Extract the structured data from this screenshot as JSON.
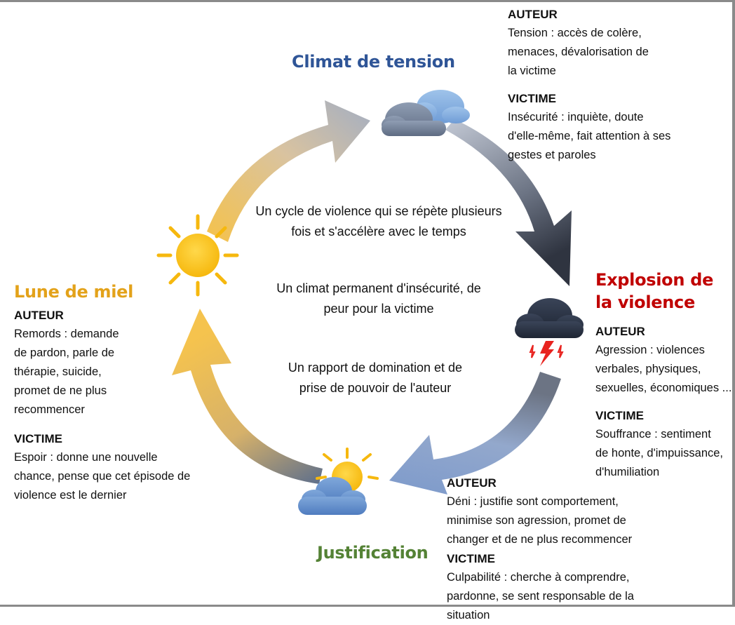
{
  "center": {
    "cycle": "Un cycle de violence qui se répète plusieurs fois et s'accélère avec le temps",
    "climate": "Un climat permanent d'insécurité, de peur pour la victime",
    "domination": "Un rapport de domination et de prise de pouvoir de l'auteur"
  },
  "phases": {
    "tension": {
      "title": "Climat de tension",
      "color": "#2F5597",
      "author_label": "AUTEUR",
      "author_text": "Tension : accès de colère, menaces, dévalorisation de la victime",
      "victim_label": "VICTIME",
      "victim_text": "Insécurité : inquiète, doute d'elle-même, fait attention à ses gestes et paroles",
      "icon": "cloud-icon"
    },
    "explosion": {
      "title_line1": "Explosion de",
      "title_line2": "la violence",
      "color": "#C00000",
      "author_label": "AUTEUR",
      "author_text": "Agression : violences verbales, physiques, sexuelles, économiques ...",
      "victim_label": "VICTIME",
      "victim_text": "Souffrance : sentiment de honte, d'impuissance, d'humiliation",
      "icon": "storm-cloud-icon"
    },
    "justification": {
      "title": "Justification",
      "color": "#548235",
      "author_label": "AUTEUR",
      "author_text": "Déni : justifie sont comportement, minimise son agression, promet de changer et de ne plus recommencer",
      "victim_label": "VICTIME",
      "victim_text": "Culpabilité : cherche à comprendre, pardonne, se sent responsable de la situation",
      "icon": "sun-behind-cloud-icon"
    },
    "honeymoon": {
      "title": "Lune de miel",
      "color": "#E3A21A",
      "author_label": "AUTEUR",
      "author_text": "Remords : demande de pardon, parle de thérapie, suicide, promet de ne plus recommencer",
      "victim_label": "VICTIME",
      "victim_text": "Espoir : donne une nouvelle chance, pense que cet épisode de violence est le dernier",
      "icon": "sun-icon"
    }
  }
}
